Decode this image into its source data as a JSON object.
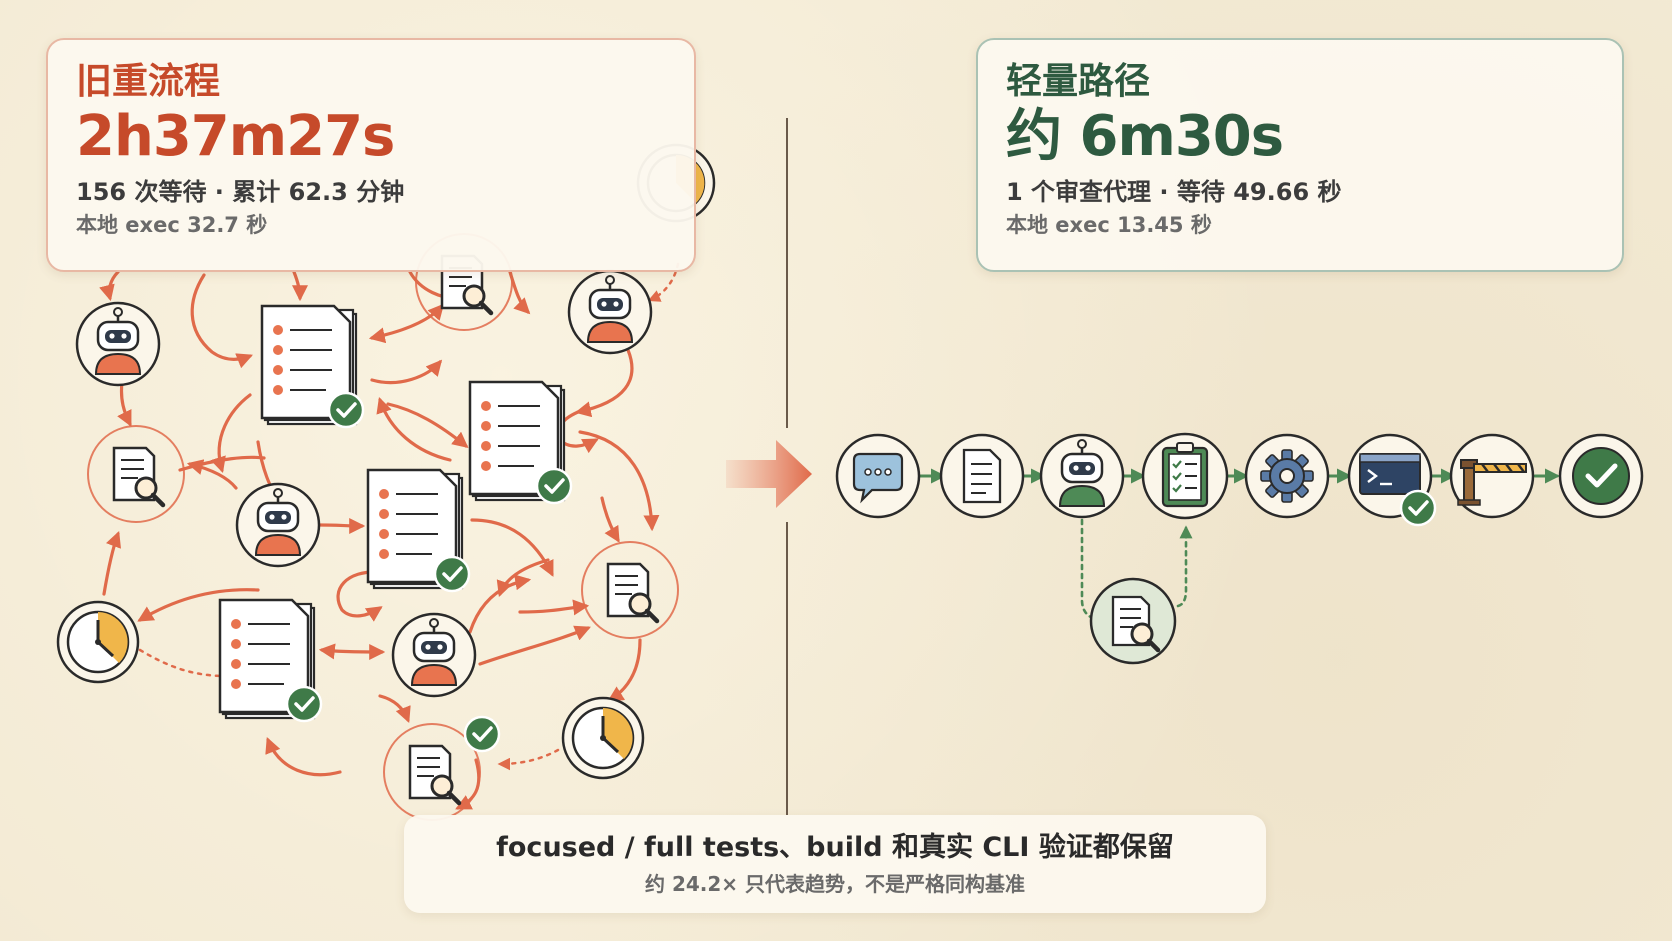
{
  "old_flow": {
    "label": "旧重流程",
    "duration": "2h37m27s",
    "stats": "156 次等待 · 累计 62.3 分钟",
    "exec": "本地 exec 32.7 秒",
    "color": "#c64a2a"
  },
  "new_flow": {
    "label": "轻量路径",
    "duration": "约 6m30s",
    "stats": "1 个审查代理 · 等待 49.66 秒",
    "exec": "本地 exec 13.45 秒",
    "color": "#2e5a40",
    "steps": [
      "chat-bubble-icon",
      "document-icon",
      "robot-icon",
      "checklist-icon",
      "gear-icon",
      "terminal-icon",
      "gate-icon",
      "check-icon"
    ],
    "side_step": "review-search-icon"
  },
  "footer": {
    "main": "focused / full tests、build 和真实 CLI 验证都保留",
    "note": "约 24.2× 只代表趋势，不是严格同构基准"
  },
  "colors": {
    "arrow_red": "#e06a4a",
    "arrow_green": "#4e8a56",
    "check_green": "#3f7a48",
    "background": "#f3ead4"
  }
}
